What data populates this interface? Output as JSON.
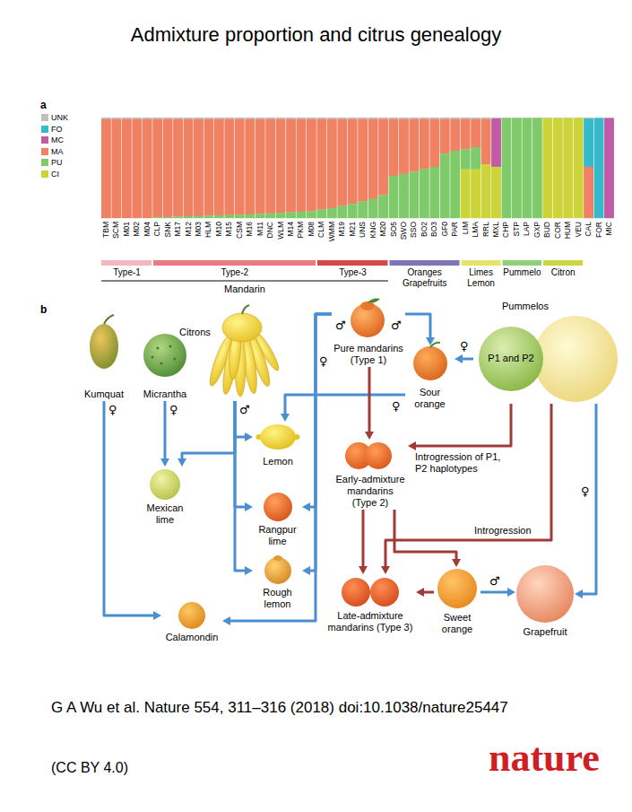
{
  "diagram": {
    "title": "Admixture proportion and citrus genealogy",
    "caption": "G A Wu et al. Nature 554, 311–316 (2018) doi:10.1038/nature25447",
    "nodes": [
      {
        "text": [
          "Kumquat"
        ]
      },
      {
        "text": [
          "Micrantha"
        ]
      },
      {
        "text": [
          "Citrons"
        ]
      },
      {
        "text": [
          "Pure mandarins (Type 1)"
        ]
      },
      {
        "text": [
          "Pummelos",
          "P1 and P2"
        ]
      },
      {
        "text": [
          "Sour orange"
        ]
      },
      {
        "text": [
          "Lemon"
        ]
      },
      {
        "text": [
          "Mexican lime"
        ]
      },
      {
        "text": [
          "Early-admixture mandarins (Type 2)"
        ]
      },
      {
        "text": [
          "Rangpur lime"
        ]
      },
      {
        "text": [
          "Rough lemon"
        ]
      },
      {
        "text": [
          "Late-admixture mandarins (Type 3)"
        ]
      },
      {
        "text": [
          "Sweet orange"
        ]
      },
      {
        "text": [
          "Grapefruit"
        ]
      },
      {
        "text": [
          "Calamondin"
        ]
      }
    ],
    "edges": [
      {
        "from": 0,
        "to": 14,
        "arrow": "to"
      },
      {
        "from": 1,
        "to": 7,
        "arrow": "to"
      },
      {
        "from": 2,
        "to": 6,
        "arrow": "to"
      },
      {
        "from": 2,
        "to": 7,
        "arrow": "to"
      },
      {
        "from": 2,
        "to": 9,
        "arrow": "to"
      },
      {
        "from": 2,
        "to": 10,
        "arrow": "to"
      },
      {
        "from": 3,
        "to": 5,
        "arrow": "to"
      },
      {
        "from": 4,
        "to": 5,
        "arrow": "to"
      },
      {
        "from": 5,
        "to": 6,
        "arrow": "to"
      },
      {
        "from": 3,
        "to": 9,
        "arrow": "to"
      },
      {
        "from": 3,
        "to": 10,
        "arrow": "to"
      },
      {
        "from": 3,
        "to": 14,
        "arrow": "to"
      },
      {
        "from": 3,
        "to": 8,
        "arrow": "to"
      },
      {
        "from": 4,
        "to": 8,
        "label": "Introgression of P1, P2 haplotypes",
        "arrow": "to"
      },
      {
        "from": 8,
        "to": 11,
        "arrow": "to"
      },
      {
        "from": 8,
        "to": 12,
        "arrow": "to"
      },
      {
        "from": 4,
        "to": 11,
        "label": "Introgression",
        "arrow": "to"
      },
      {
        "from": 12,
        "to": 11,
        "arrow": "to"
      },
      {
        "from": 12,
        "to": 13,
        "arrow": "to"
      },
      {
        "from": 4,
        "to": 13,
        "arrow": "to"
      }
    ],
    "labels": [
      "a",
      "TBM",
      "SCM",
      "M01",
      "M02",
      "M04",
      "CLP",
      "SNK",
      "M17",
      "M12",
      "M03",
      "HLM",
      "M10",
      "M15",
      "CSM",
      "M16",
      "M11",
      "DNC",
      "WLM",
      "M14",
      "PKM",
      "M08",
      "CLM",
      "WMM",
      "M19",
      "M21",
      "UNS",
      "KNG",
      "M20",
      "SO5",
      "SWO",
      "SSO",
      "BO2",
      "BO3",
      "GF0",
      "PAR",
      "LIM",
      "LMA",
      "RRL",
      "MXL",
      "CHP",
      "STP",
      "LAP",
      "GXP",
      "BUD",
      "COR",
      "HUM",
      "VEU",
      "CAL",
      "FOR",
      "MIC",
      "Type-1",
      "Type-2",
      "Type-3",
      "Oranges Grapefruits",
      "Limes Lemon",
      "Pummelo",
      "Citron",
      "Mandarin",
      "b",
      "♀",
      "♀",
      "♂",
      "♂",
      "♂",
      "♀",
      "♀",
      "♀",
      "♀",
      "♂",
      "(CC BY 4.0)",
      "nature"
    ],
    "legend": [
      {
        "text": "UNK",
        "color": "#bfbfbf"
      },
      {
        "text": "FO",
        "color": "#36b9c9"
      },
      {
        "text": "MC",
        "color": "#c35aa6"
      },
      {
        "text": "MA",
        "color": "#f08163"
      },
      {
        "text": "PU",
        "color": "#7fca6a"
      },
      {
        "text": "CI",
        "color": "#cdd43a"
      }
    ]
  }
}
